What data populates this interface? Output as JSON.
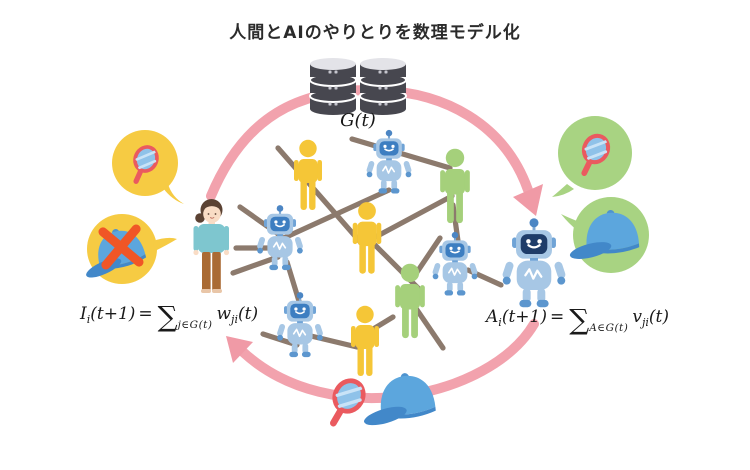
{
  "title": "人間とAIのやりとりを数理モデル化",
  "database": {
    "label": "G(t)",
    "icon": "database-stack-icon"
  },
  "formula_left": {
    "var": "I",
    "var_sub": "i",
    "arg1": "(t+1)",
    "equals": "=",
    "sigma": "∑",
    "sigma_sub": "j∈G(t)",
    "term": "w",
    "term_sub": "ji",
    "arg2": "(t)"
  },
  "formula_right": {
    "var": "A",
    "var_sub": "i",
    "arg1": "(t+1)",
    "equals": "=",
    "sigma": "∑",
    "sigma_sub": "A∈G(t)",
    "term": "v",
    "term_sub": "ji",
    "arg2": "(t)"
  },
  "left_side": {
    "figure": "human-user",
    "bubbles": [
      {
        "icon": "hand-mirror"
      },
      {
        "icon": "cap-crossed-out"
      }
    ]
  },
  "right_side": {
    "figure": "ai-robot",
    "bubbles": [
      {
        "icon": "hand-mirror"
      },
      {
        "icon": "cap"
      }
    ]
  },
  "bottom_items": [
    {
      "icon": "hand-mirror"
    },
    {
      "icon": "cap"
    }
  ],
  "network": {
    "description": "web of humans and AI robots connected by lines inside a circular arrow",
    "node_types": [
      "human-yellow",
      "robot",
      "human-green",
      "robot",
      "human-yellow",
      "robot",
      "human-green",
      "robot",
      "human-yellow"
    ],
    "human_yellow_count": 3,
    "human_green_count": 2,
    "robot_count": 4
  },
  "colors": {
    "arrow_pink": "#F2A2AD",
    "arrowhead_pink": "#F09AA6",
    "edge_brown": "#8C7A6D",
    "human_yellow": "#F5C637",
    "human_green": "#A5D07B",
    "robot_light_blue": "#A7C7E5",
    "robot_blue": "#5C96CE",
    "robot_screen_blue": "#3D7EC1",
    "big_robot_screen_navy": "#1E3C69",
    "bubble_yellow": "#F6CB43",
    "bubble_green": "#A8D382",
    "mirror_red": "#EA5A5F",
    "mirror_glass_blue": "#8FC2E9",
    "cap_blue": "#5CA6DD",
    "cap_brim_blue": "#4288C9",
    "x_mark_orange": "#F05626",
    "database_gray": "#47474F",
    "woman_shirt_teal": "#7EC6CF",
    "woman_pants_brown": "#AA6B34"
  }
}
